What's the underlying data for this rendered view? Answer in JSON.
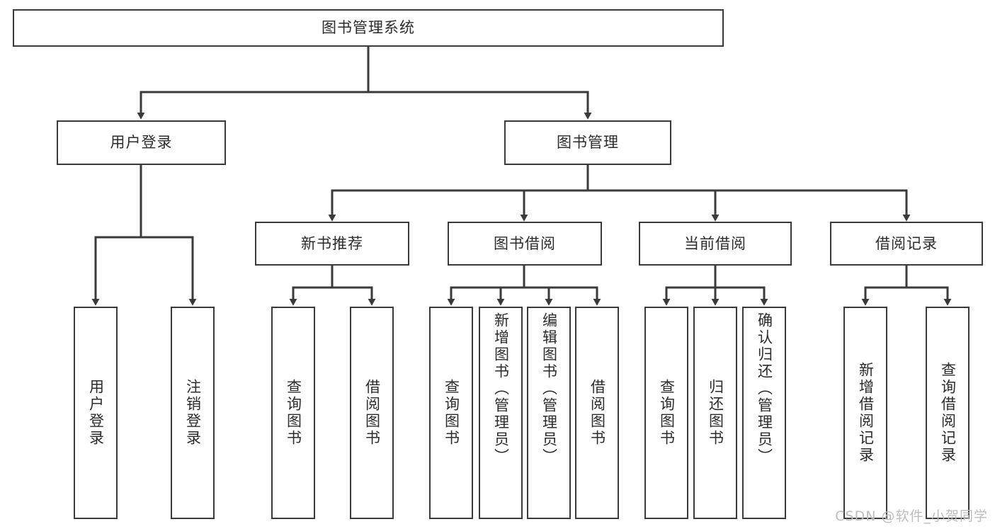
{
  "diagram": {
    "title": "图书管理系统",
    "watermark": "CSDN @软件_小贺同学",
    "line_color": "#3a3a3a",
    "text_color": "#2b2b2b",
    "background": "#ffffff",
    "nodes": {
      "root": "图书管理系统",
      "user_login": "用户登录",
      "book_manage": "图书管理",
      "new_book_rec": "新书推荐",
      "book_borrow": "图书借阅",
      "current_borrow": "当前借阅",
      "borrow_record": "借阅记录",
      "leaf_user_login": "用户登录",
      "leaf_logout": "注销登录",
      "leaf_query_book_1": "查询图书",
      "leaf_borrow_book_1": "借阅图书",
      "leaf_query_book_2": "查询图书",
      "leaf_add_book": "新增图书（管理员）",
      "leaf_edit_book": "编辑图书（管理员）",
      "leaf_borrow_book_2": "借阅图书",
      "leaf_query_book_3": "查询图书",
      "leaf_return_book": "归还图书",
      "leaf_confirm_return": "确认归还（管理员）",
      "leaf_add_record": "新增借阅记录",
      "leaf_query_record": "查询借阅记录"
    }
  }
}
